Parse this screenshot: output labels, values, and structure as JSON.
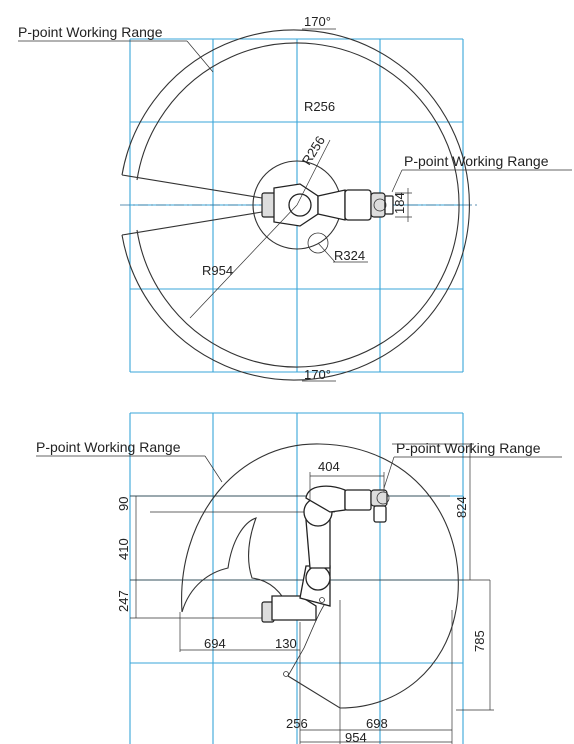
{
  "top_view": {
    "label_left": "P-point Working Range",
    "label_right": "P-point Working Range",
    "angle_top": "170°",
    "angle_bottom": "170°",
    "radius_inner": "R256",
    "radius_inner_diag": "R256",
    "radius_outer": "R954",
    "radius_elbow": "R324",
    "width_dim": "184"
  },
  "side_view": {
    "label_left": "P-point Working Range",
    "label_right": "P-point Working Range",
    "reach_top": "404",
    "height_total": "824",
    "dim_90": "90",
    "dim_410": "410",
    "dim_247": "247",
    "dim_785": "785",
    "dim_694": "694",
    "dim_130": "130",
    "dim_256": "256",
    "dim_698": "698",
    "dim_954": "954"
  }
}
